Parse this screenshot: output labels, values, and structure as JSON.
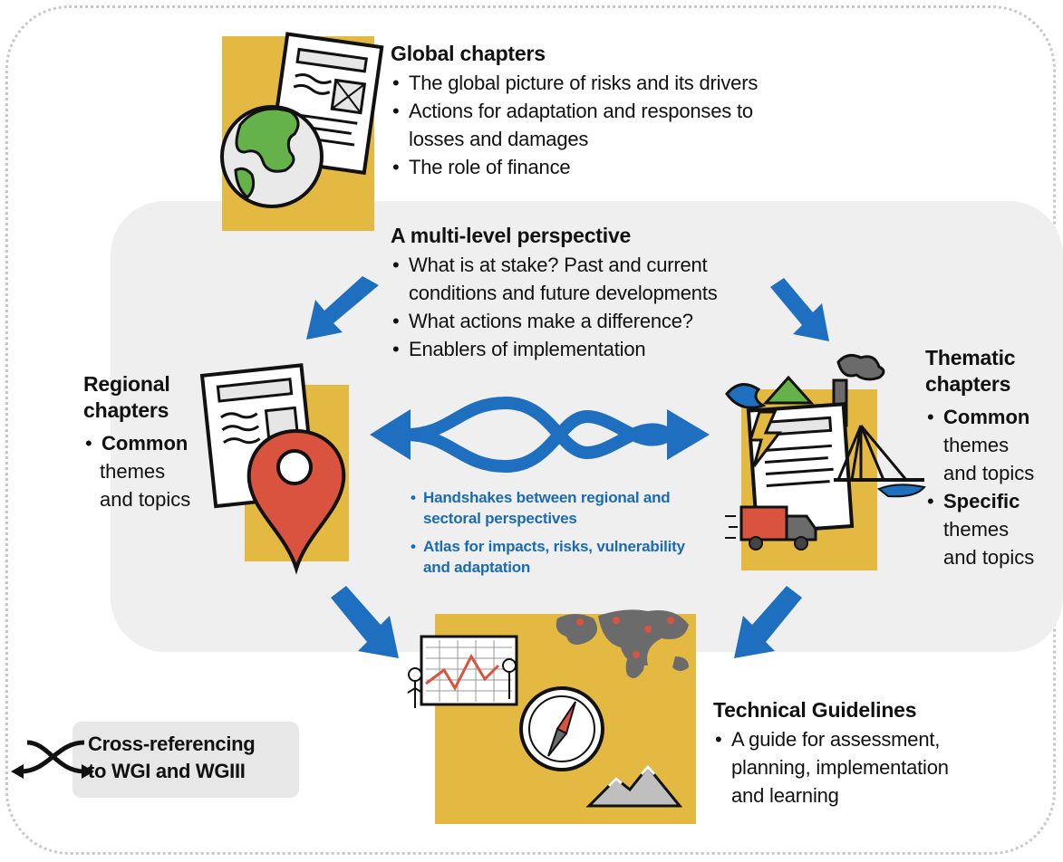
{
  "global": {
    "title": "Global chapters",
    "items": [
      "The global picture of risks and its drivers",
      "Actions for adaptation and responses to losses and damages",
      "The role of finance"
    ]
  },
  "multilevel": {
    "title": "A multi-level perspective",
    "items": [
      "What is at stake? Past and current conditions and future developments",
      "What actions make a difference?",
      "Enablers of implementation"
    ]
  },
  "regional": {
    "title_line1": "Regional",
    "title_line2": "chapters",
    "bold_word": "Common",
    "rest_line1": "themes",
    "rest_line2": "and topics"
  },
  "thematic": {
    "title_line1": "Thematic",
    "title_line2": "chapters",
    "item1_bold": "Common",
    "item1_line1": "themes",
    "item1_line2": "and topics",
    "item2_bold": "Specific",
    "item2_line1": "themes",
    "item2_line2": "and topics"
  },
  "handshakes": {
    "items": [
      "Handshakes between regional and sectoral perspectives",
      "Atlas for impacts, risks, vulnerability and adaptation"
    ]
  },
  "technical": {
    "title": "Technical Guidelines",
    "items": [
      "A guide for assessment, planning, implementation and learning"
    ]
  },
  "crossref": {
    "line1": "Cross-referencing",
    "line2": "to WGI and WGIII"
  },
  "colors": {
    "accent_blue": "#1a6bb3",
    "arrow_blue": "#1f6fc0",
    "panel_gray": "#efefef",
    "yellow": "#e4b941",
    "pin_red": "#d9533f"
  }
}
